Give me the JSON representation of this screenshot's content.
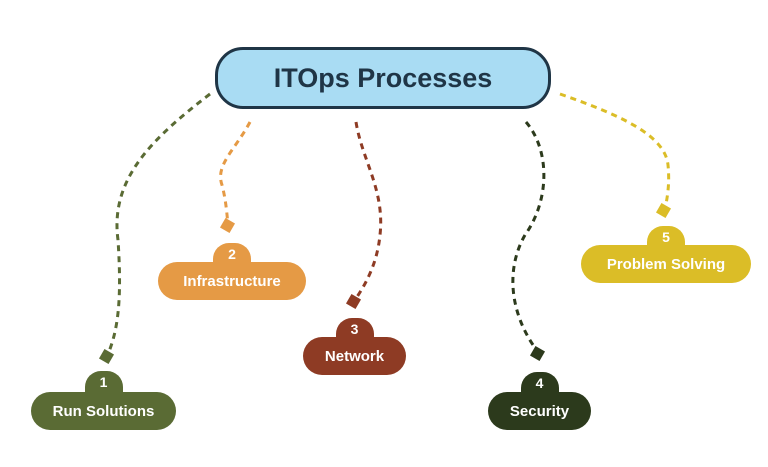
{
  "title": "ITOps Processes",
  "colors": {
    "title_fill": "#a9dcf3",
    "title_border": "#1f3546",
    "run_solutions": "#5a6b34",
    "infrastructure": "#e59a45",
    "network": "#8e3b24",
    "security": "#2c3a1c",
    "problem_solving": "#dbbd27"
  },
  "steps": [
    {
      "number": "1",
      "label": "Run Solutions"
    },
    {
      "number": "2",
      "label": "Infrastructure"
    },
    {
      "number": "3",
      "label": "Network"
    },
    {
      "number": "4",
      "label": "Security"
    },
    {
      "number": "5",
      "label": "Problem Solving"
    }
  ]
}
